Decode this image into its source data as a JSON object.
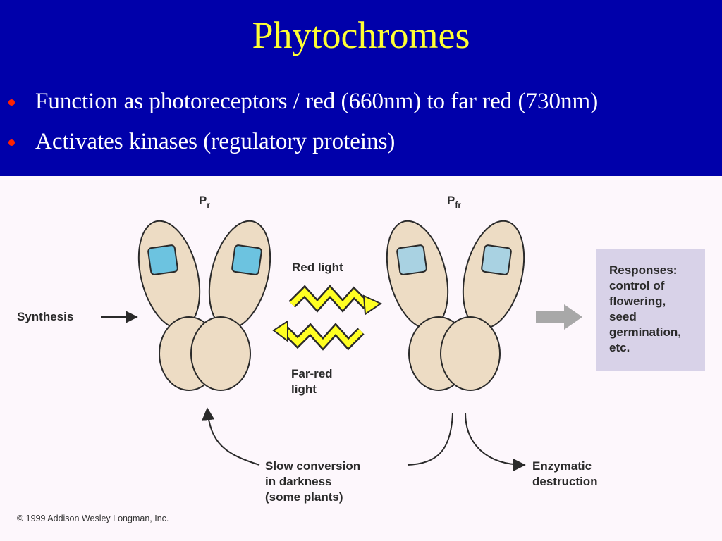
{
  "slide": {
    "title": "Phytochromes",
    "bullets": [
      "Function as photoreceptors / red (660nm) to far red (730nm)",
      "Activates kinases (regulatory proteins)"
    ]
  },
  "figure": {
    "pr_label": {
      "main": "P",
      "sub": "r"
    },
    "pfr_label": {
      "main": "P",
      "sub": "fr"
    },
    "red_light": "Red light",
    "far_red_light": [
      "Far-red",
      "light"
    ],
    "synthesis": "Synthesis",
    "responses": [
      "Responses:",
      "control of",
      "flowering,",
      "seed",
      "germination,",
      "etc."
    ],
    "slow_conversion": [
      "Slow conversion",
      "in darkness",
      "(some plants)"
    ],
    "enzymatic_destruction": [
      "Enzymatic",
      "destruction"
    ],
    "copyright": "© 1999 Addison Wesley Longman, Inc."
  },
  "colors": {
    "background": "#0000aa",
    "title": "#ffff33",
    "bullet_text": "#ffffff",
    "bullet_dot": "#ff2200",
    "figure_bg": "#fdf7fc",
    "protein": "#eddcc4",
    "chromophore_pr": "#6cc3e0",
    "chromophore_pfr": "#a9d2e2",
    "light_arrow": "#ffff22",
    "response_box": "#d8d2e8"
  }
}
